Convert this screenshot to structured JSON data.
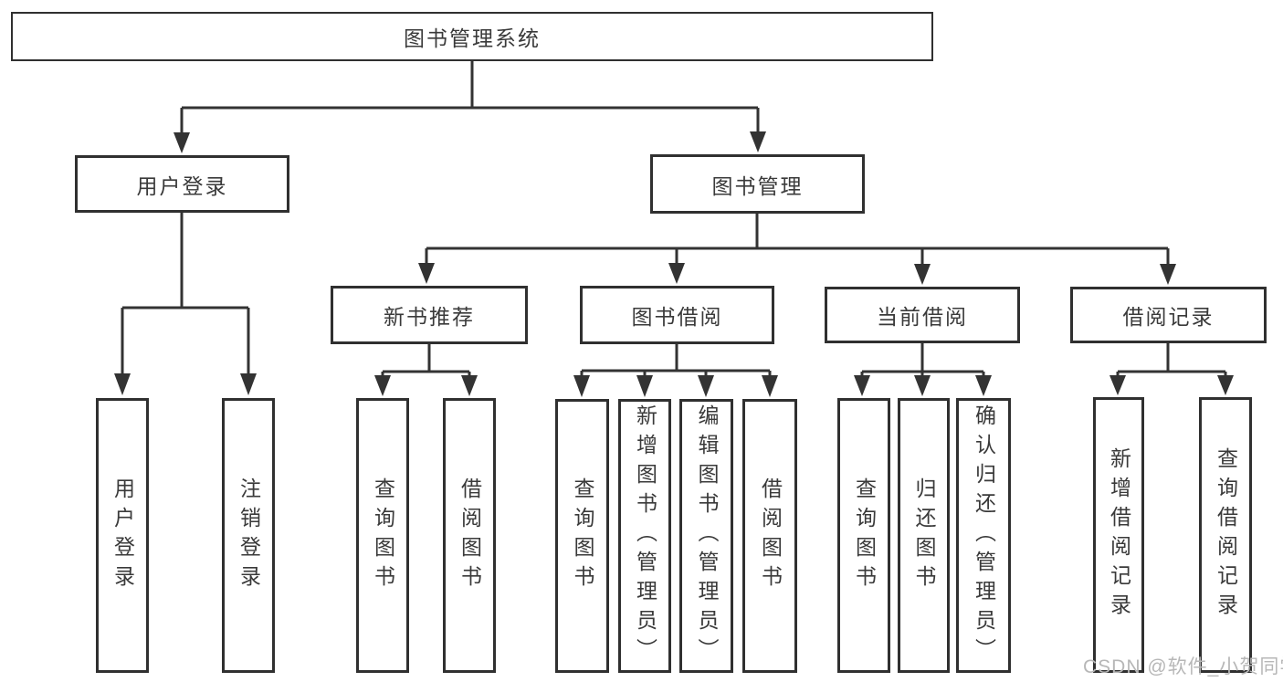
{
  "diagram": {
    "title": "图书管理系统",
    "root": {
      "label": "图书管理系统"
    },
    "level1": [
      {
        "label": "用户登录"
      },
      {
        "label": "图书管理"
      }
    ],
    "level2": [
      {
        "label": "新书推荐",
        "parent": "图书管理"
      },
      {
        "label": "图书借阅",
        "parent": "图书管理"
      },
      {
        "label": "当前借阅",
        "parent": "图书管理"
      },
      {
        "label": "借阅记录",
        "parent": "图书管理"
      }
    ],
    "leaves": [
      {
        "label": "用户登录",
        "parent": "用户登录"
      },
      {
        "label": "注销登录",
        "parent": "用户登录"
      },
      {
        "label": "查询图书",
        "parent": "新书推荐"
      },
      {
        "label": "借阅图书",
        "parent": "新书推荐"
      },
      {
        "label": "查询图书",
        "parent": "图书借阅"
      },
      {
        "label": "新增图书（管理员）",
        "parent": "图书借阅"
      },
      {
        "label": "编辑图书（管理员）",
        "parent": "图书借阅"
      },
      {
        "label": "借阅图书",
        "parent": "图书借阅"
      },
      {
        "label": "查询图书",
        "parent": "当前借阅"
      },
      {
        "label": "归还图书",
        "parent": "当前借阅"
      },
      {
        "label": "确认归还（管理员）",
        "parent": "当前借阅"
      },
      {
        "label": "新增借阅记录",
        "parent": "借阅记录"
      },
      {
        "label": "查询借阅记录",
        "parent": "借阅记录"
      }
    ],
    "colors": {
      "line": "#333333",
      "border": "#303030",
      "text": "#3a3a3a",
      "box_background": "#ffffff",
      "watermark": "#b7b7b7"
    },
    "watermark": "CSDN @软件_小贺同学"
  }
}
